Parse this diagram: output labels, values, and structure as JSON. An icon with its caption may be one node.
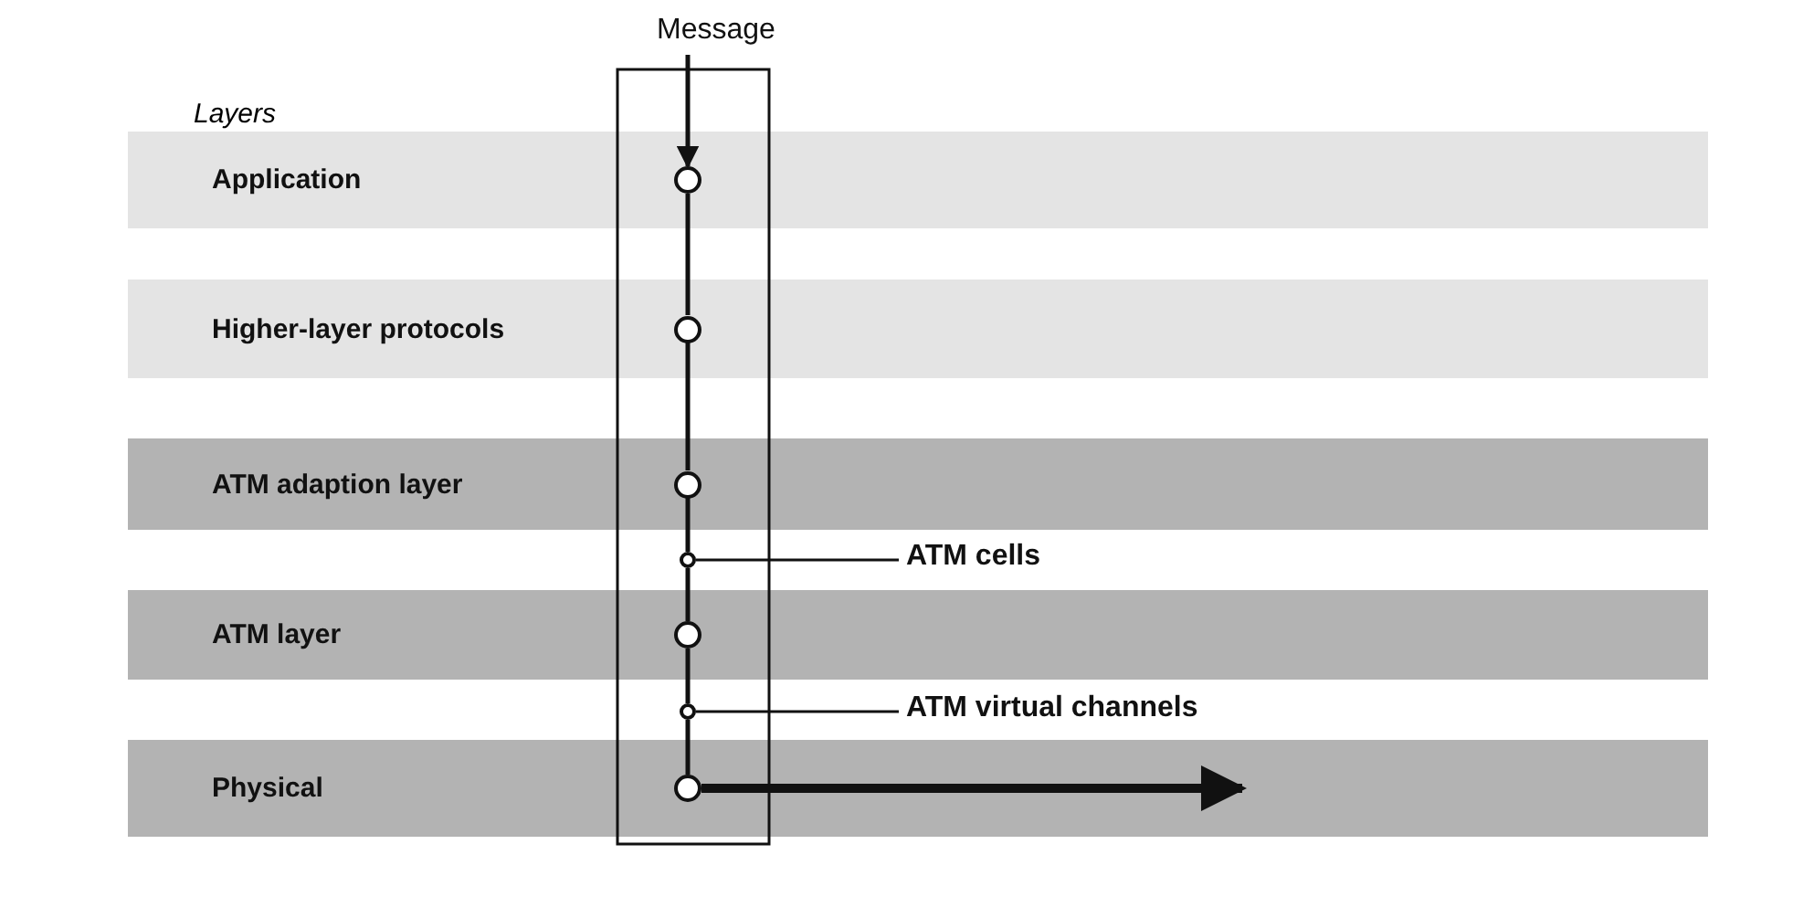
{
  "diagram": {
    "nodes": [
      {
        "text": [
          "Application"
        ]
      },
      {
        "text": [
          "Higher-layer protocols"
        ]
      },
      {
        "text": [
          "ATM adaption layer"
        ]
      },
      {
        "text": [
          "ATM layer"
        ]
      },
      {
        "text": [
          "Physical"
        ]
      },
      {
        "text": [
          "Message"
        ]
      },
      {
        "text": [],
        "shape": "circle",
        "in": 0
      },
      {
        "text": [],
        "shape": "circle",
        "in": 1
      },
      {
        "text": [],
        "shape": "circle",
        "in": 2
      },
      {
        "text": [],
        "shape": "circle"
      },
      {
        "text": [],
        "shape": "circle",
        "in": 3
      },
      {
        "text": [],
        "shape": "circle"
      },
      {
        "text": [],
        "shape": "circle",
        "in": 4
      },
      {
        "text": [
          "ATM cells"
        ]
      },
      {
        "text": [
          "ATM virtual channels"
        ]
      }
    ],
    "edges": [
      {
        "from": 5,
        "to": 6,
        "arrow": "to"
      },
      {
        "from": 6,
        "to": 7,
        "arrow": "none"
      },
      {
        "from": 7,
        "to": 8,
        "arrow": "none"
      },
      {
        "from": 8,
        "to": 9,
        "arrow": "none"
      },
      {
        "from": 9,
        "to": 10,
        "arrow": "none"
      },
      {
        "from": 10,
        "to": 11,
        "arrow": "none"
      },
      {
        "from": 11,
        "to": 12,
        "arrow": "none"
      },
      {
        "from": 13,
        "to": 9,
        "arrow": "none"
      },
      {
        "from": 14,
        "to": 11,
        "arrow": "none"
      },
      {
        "from": 12,
        "to": null,
        "arrow": "to",
        "style": "thick"
      }
    ],
    "labels": [
      "Layers"
    ]
  }
}
